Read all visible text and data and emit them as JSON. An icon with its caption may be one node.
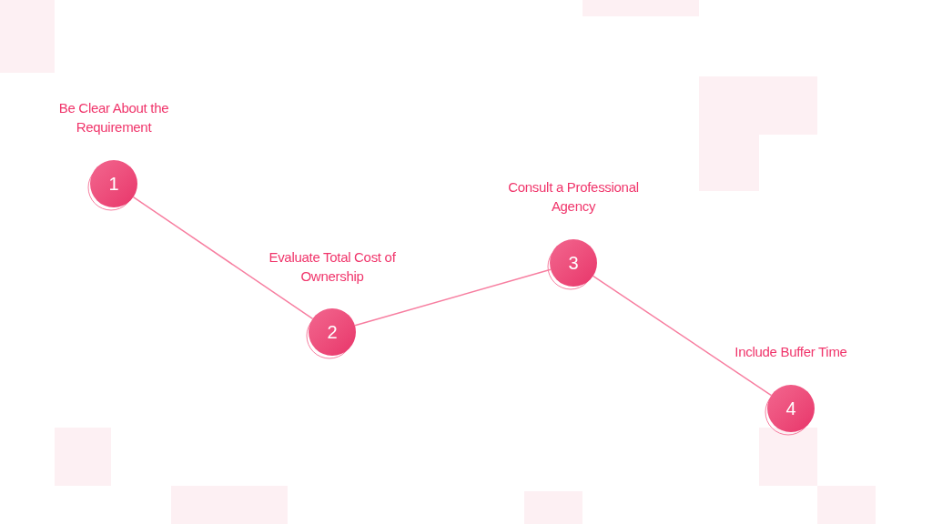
{
  "diagram": {
    "nodes": [
      {
        "text": [
          "Be Clear About the Requirement",
          "1"
        ]
      },
      {
        "text": [
          "Evaluate Total Cost of Ownership",
          "2"
        ]
      },
      {
        "text": [
          "Consult a Professional Agency",
          "3"
        ]
      },
      {
        "text": [
          "Include Buffer Time",
          "4"
        ]
      }
    ],
    "edges": [
      {
        "from": 0,
        "to": 1,
        "arrow": "none"
      },
      {
        "from": 1,
        "to": 2,
        "arrow": "none"
      },
      {
        "from": 2,
        "to": 3,
        "arrow": "none"
      }
    ]
  }
}
